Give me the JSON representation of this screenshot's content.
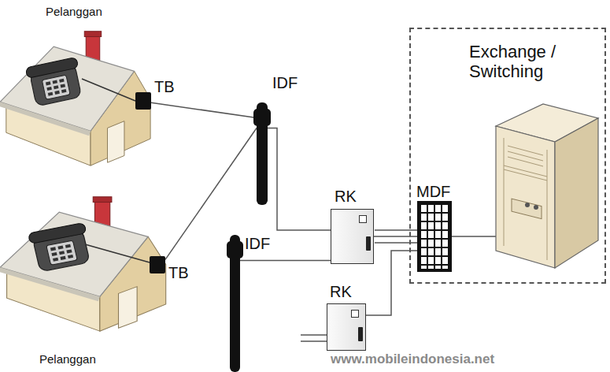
{
  "diagram": {
    "nodes": [
      {
        "text": [
          "Pelanggan"
        ]
      },
      {
        "text": [
          "TB"
        ]
      },
      {
        "text": [
          "IDF"
        ]
      },
      {
        "text": [
          "Exchange / Switching"
        ]
      },
      {
        "text": [
          "RK"
        ]
      },
      {
        "text": [
          "MDF"
        ],
        "in": 3
      },
      {
        "text": [
          "Pelanggan"
        ]
      },
      {
        "text": [
          "TB"
        ]
      },
      {
        "text": [
          "IDF"
        ]
      },
      {
        "text": [
          "RK"
        ]
      }
    ],
    "edges": [
      {
        "from": 1,
        "to": 2,
        "arrow": "none"
      },
      {
        "from": 7,
        "to": 2,
        "arrow": "none"
      },
      {
        "from": 2,
        "to": 4,
        "arrow": "none"
      },
      {
        "from": 8,
        "to": 4,
        "arrow": "none"
      },
      {
        "from": 4,
        "to": 5,
        "arrow": "none"
      },
      {
        "from": 9,
        "to": 5,
        "arrow": "none"
      }
    ],
    "labels": [
      "www.mobileindonesia.net"
    ]
  }
}
